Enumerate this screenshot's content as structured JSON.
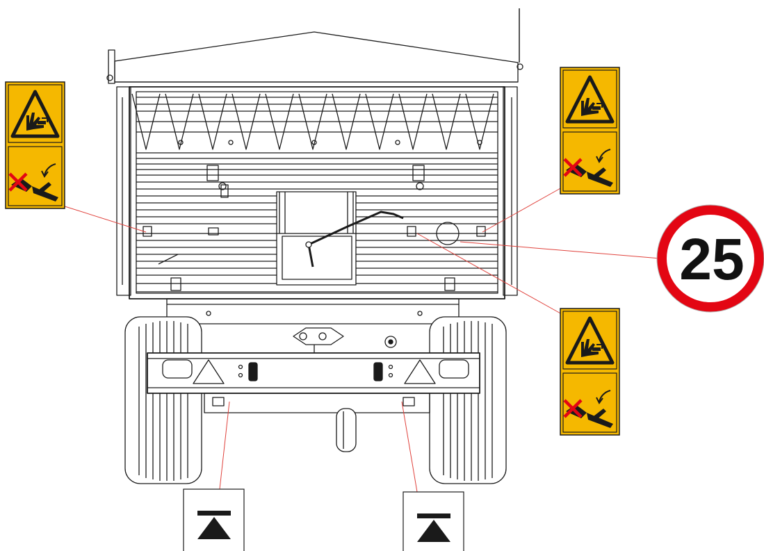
{
  "title": "",
  "speed_limit_sign": {
    "value": "25",
    "ring_color": "#e30613",
    "text_color": "#111111"
  },
  "warning_decal": {
    "background_color": "#f5b800",
    "border_color": "#1a1a1a",
    "top_symbol": "crush-hazard-triangle-icon",
    "bottom_symbol": "no-hand-pinch-point-icon",
    "count": 3
  },
  "jack_point_sign": {
    "symbol": "jack-lifting-point-icon",
    "count": 2
  },
  "leader_line_color": "#e0413b",
  "drawing_line_color": "#1a1a1a"
}
